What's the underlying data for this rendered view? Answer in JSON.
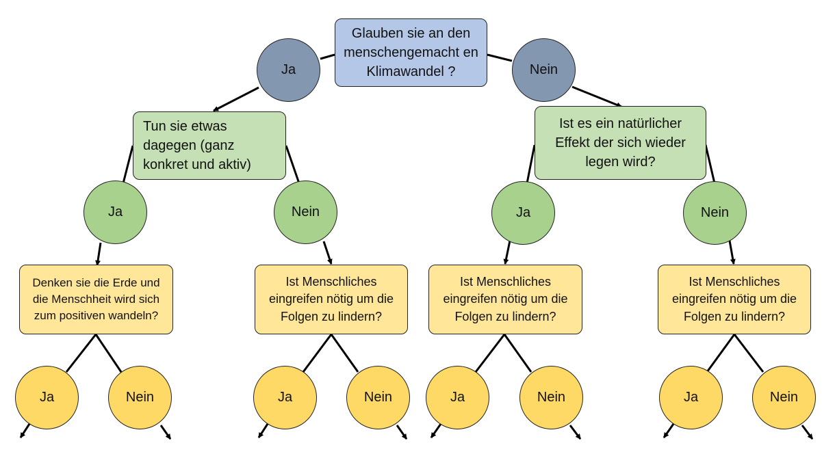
{
  "root": {
    "question": "Glauben sie an den menschengemacht en Klimawandel ?",
    "yes": "Ja",
    "no": "Nein"
  },
  "left": {
    "question": "Tun sie etwas dagegen (ganz konkret und aktiv)",
    "yes": "Ja",
    "no": "Nein"
  },
  "right": {
    "question": "Ist es ein natürlicher Effekt der sich wieder legen wird?",
    "yes": "Ja",
    "no": "Nein"
  },
  "leaves": [
    {
      "question": "Denken sie die Erde und die Menschheit wird sich zum positiven wandeln?",
      "yes": "Ja",
      "no": "Nein"
    },
    {
      "question": "Ist Menschliches eingreifen nötig um die Folgen zu lindern?",
      "yes": "Ja",
      "no": "Nein"
    },
    {
      "question": "Ist Menschliches eingreifen nötig um die Folgen zu lindern?",
      "yes": "Ja",
      "no": "Nein"
    },
    {
      "question": "Ist Menschliches eingreifen nötig um die Folgen zu lindern?",
      "yes": "Ja",
      "no": "Nein"
    }
  ],
  "colors": {
    "question_blue": "#b4c7e7",
    "question_green": "#c5e0b4",
    "question_yellow": "#ffe699",
    "answer_blue": "#8497b0",
    "answer_green": "#a9d18e",
    "answer_yellow": "#ffd966"
  }
}
